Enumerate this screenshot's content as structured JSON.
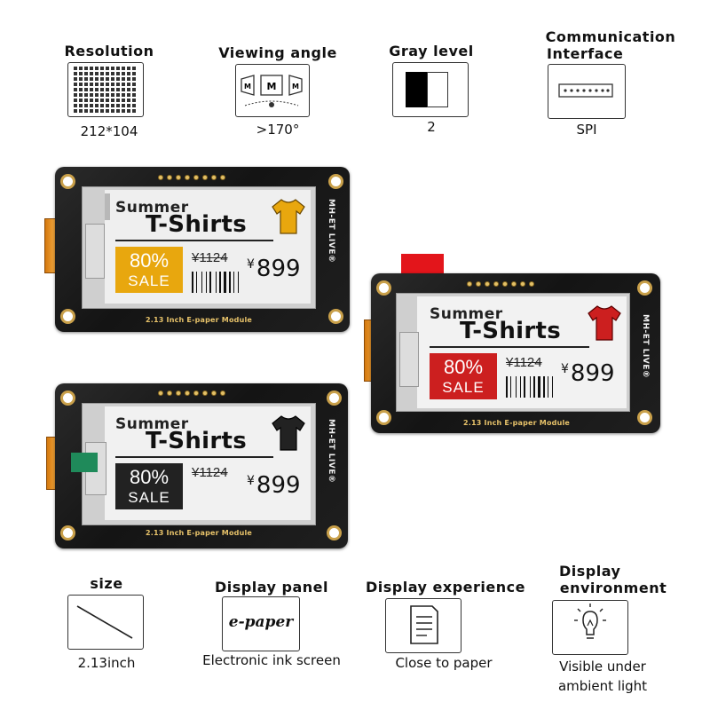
{
  "specs_top": [
    {
      "title": "Resolution",
      "value": "212*104",
      "icon": "grid-icon"
    },
    {
      "title": "Viewing angle",
      "value": ">170°",
      "icon": "viewing-angle-icon"
    },
    {
      "title": "Gray level",
      "value": "2",
      "icon": "gray-level-icon"
    },
    {
      "title_line1": "Communication",
      "title_line2": "Interface",
      "value": "SPI",
      "icon": "connector-icon"
    }
  ],
  "specs_bottom": [
    {
      "title": "size",
      "value": "2.13inch",
      "icon": "diagonal-icon"
    },
    {
      "title": "Display panel",
      "icon_text": "e-paper",
      "value": "Electronic ink screen",
      "icon": "epaper-icon"
    },
    {
      "title": "Display experience",
      "value": "Close to paper",
      "icon": "document-icon"
    },
    {
      "title_line1": "Display",
      "title_line2": "environment",
      "value_line1": "Visible under",
      "value_line2": "ambient light",
      "icon": "lightbulb-icon"
    }
  ],
  "viewing_angle_letters": [
    "M",
    "M",
    "M"
  ],
  "module": {
    "summer": "Summer",
    "tshirts": "T-Shirts",
    "sale_pct": "80%",
    "sale_word": "SALE",
    "old_price": "¥1124",
    "new_currency": "¥",
    "new_price": "899",
    "board_label": "2.13 Inch E-paper Module",
    "brand": "MH-ET LIVE®"
  },
  "colors": {
    "yellow_accent": "#e8a70e",
    "red_accent": "#cc1f1f",
    "black_accent": "#222222",
    "gold": "#c9a04a"
  }
}
